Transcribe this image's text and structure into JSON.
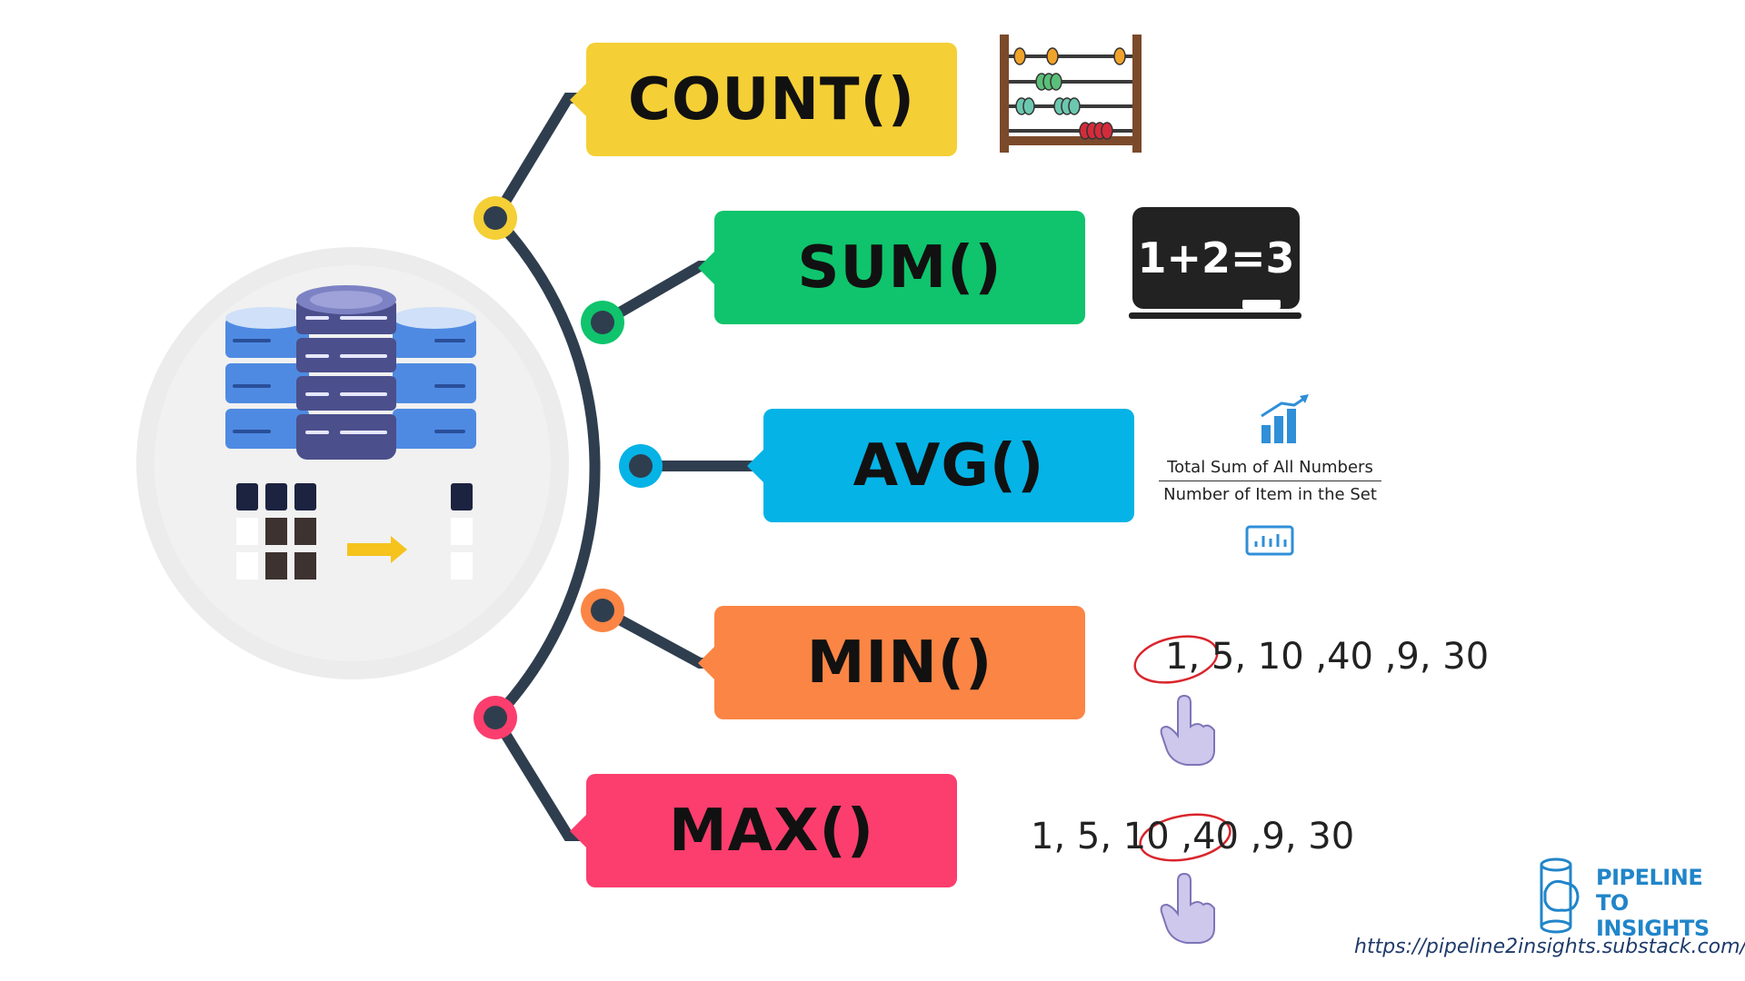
{
  "functions": [
    {
      "label": "COUNT()",
      "color": "#f4cf36"
    },
    {
      "label": "SUM()",
      "color": "#0fc46c"
    },
    {
      "label": "AVG()",
      "color": "#05b3e6"
    },
    {
      "label": "MIN()",
      "color": "#fb8544"
    },
    {
      "label": "MAX()",
      "color": "#fb3e6d"
    }
  ],
  "sum_example": "1+2=3",
  "avg_formula": {
    "numerator": "Total Sum of All Numbers",
    "denominator": "Number of Item in the Set"
  },
  "min_example": "1, 5, 10 ,40 ,9, 30",
  "max_example": "1, 5, 10 ,40 ,9, 30",
  "brand": {
    "line1": "PIPELINE",
    "line2": "TO INSIGHTS",
    "url": "https://pipeline2insights.substack.com/"
  },
  "icons": [
    "database-icon",
    "table-reduce-icon",
    "abacus-icon",
    "chalkboard-icon",
    "bar-chart-icon",
    "hand-pointer-icon",
    "brain-logo-icon"
  ],
  "colors": {
    "connector": "#2f3e4e",
    "highlight_circle": "#d9252c"
  }
}
